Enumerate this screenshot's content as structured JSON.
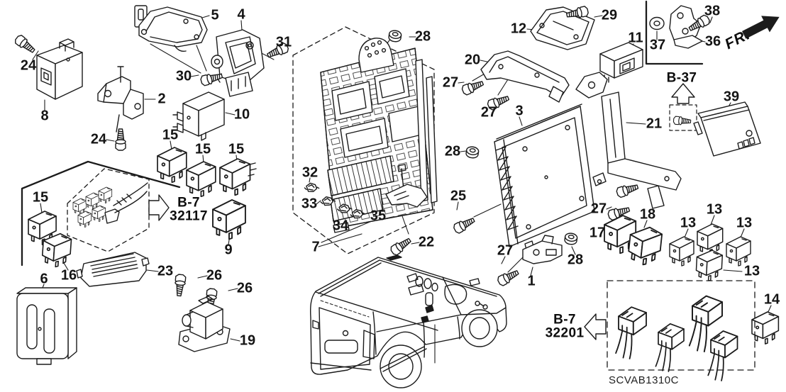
{
  "diagram_code": "SCVAB1310C",
  "direction_indicator": "FR.",
  "references": {
    "b37": "B-37",
    "b7_32117": [
      "B-7",
      "32117"
    ],
    "b7_32201": [
      "B-7",
      "32201"
    ]
  },
  "callouts": {
    "c24a": "24",
    "c8": "8",
    "c5": "5",
    "c4": "4",
    "c30": "30",
    "c31": "31",
    "c2": "2",
    "c24b": "24",
    "c10": "10",
    "c28a": "28",
    "c15L": "15",
    "c15a": "15",
    "c15b": "15",
    "c15c": "15",
    "c16": "16",
    "c6": "6",
    "c9": "9",
    "c23": "23",
    "c26a": "26",
    "c26b": "26",
    "c19": "19",
    "c32": "32",
    "c33": "33",
    "c34": "34",
    "c35": "35",
    "c7": "7",
    "c22": "22",
    "c12": "12",
    "c29": "29",
    "c11": "11",
    "c20": "20",
    "c27a": "27",
    "c27b": "27",
    "c3": "3",
    "c28b": "28",
    "c25": "25",
    "c27c": "27",
    "c1": "1",
    "c28c": "28",
    "c17": "17",
    "c27d": "27",
    "c18": "18",
    "c21": "21",
    "c13a": "13",
    "c13b": "13",
    "c13c": "13",
    "c13d": "13",
    "c14": "14",
    "c37": "37",
    "c38": "38",
    "c36": "36",
    "c39": "39"
  }
}
